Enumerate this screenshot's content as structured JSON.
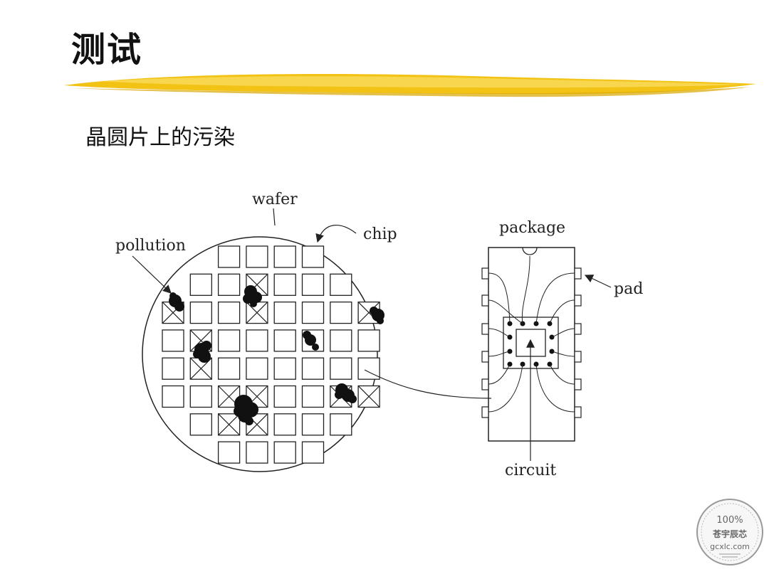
{
  "slide": {
    "title": "测试",
    "subtitle": "晶圆片上的污染",
    "highlight_color": "#F2C214"
  },
  "diagram": {
    "labels": {
      "wafer": "wafer",
      "chip": "chip",
      "pollution": "pollution",
      "package": "package",
      "pad": "pad",
      "circuit": "circuit"
    },
    "wafer_grid": {
      "rows": [
        {
          "cols": [
            2,
            3,
            4,
            5
          ],
          "defective": []
        },
        {
          "cols": [
            1,
            2,
            3,
            4,
            5,
            6
          ],
          "defective": [
            3
          ]
        },
        {
          "cols": [
            0,
            1,
            2,
            3,
            4,
            5,
            6,
            7
          ],
          "defective": [
            0,
            3,
            7
          ]
        },
        {
          "cols": [
            0,
            1,
            2,
            3,
            4,
            5,
            6,
            7
          ],
          "defective": [
            1
          ]
        },
        {
          "cols": [
            0,
            1,
            2,
            3,
            4,
            5,
            6,
            7
          ],
          "defective": [
            1
          ]
        },
        {
          "cols": [
            0,
            1,
            2,
            3,
            4,
            5,
            6,
            7
          ],
          "defective": [
            2,
            3,
            6,
            7
          ]
        },
        {
          "cols": [
            1,
            2,
            3,
            4,
            5,
            6
          ],
          "defective": [
            2,
            3
          ]
        },
        {
          "cols": [
            2,
            3,
            4,
            5
          ],
          "defective": []
        }
      ]
    }
  },
  "stamp": {
    "top": "100%",
    "middle": "苍宇辰芯",
    "bottom": "gcxlc.com"
  }
}
